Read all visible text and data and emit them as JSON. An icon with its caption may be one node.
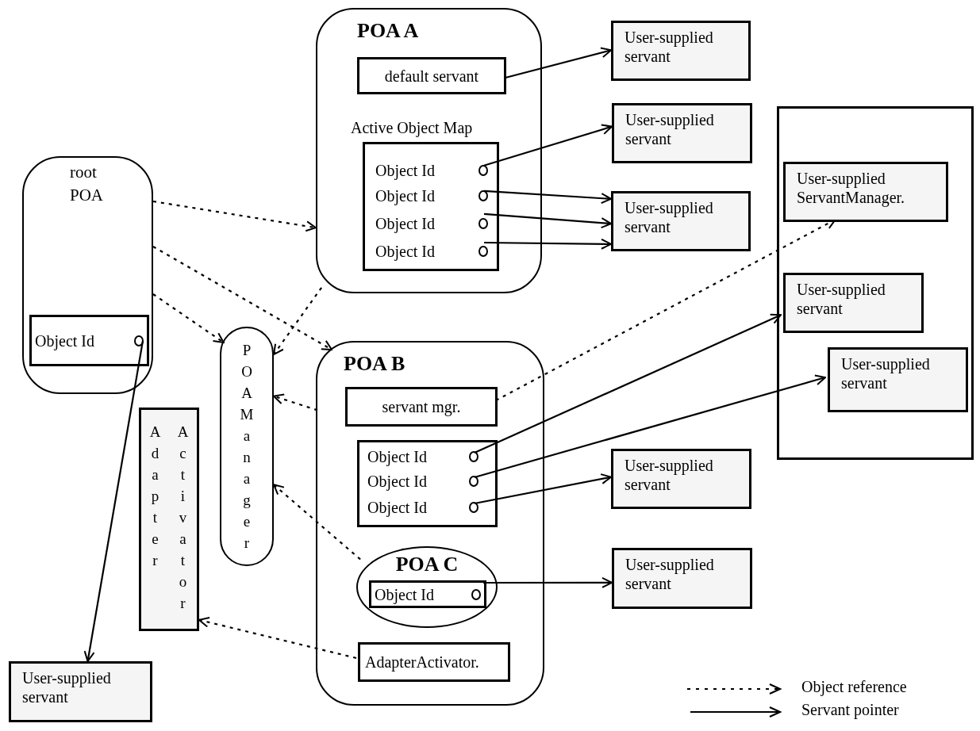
{
  "diagram": {
    "nodes": [
      {
        "text": [
          "root POA"
        ]
      },
      {
        "text": [
          "Object Id"
        ],
        "in": 0
      },
      {
        "text": [
          "POA A"
        ]
      },
      {
        "text": [
          "default servant"
        ],
        "in": 2
      },
      {
        "text": [
          "Active Object Map"
        ],
        "in": 2
      },
      {
        "text": [
          "Object Id"
        ],
        "in": 4
      },
      {
        "text": [
          "Object Id"
        ],
        "in": 4
      },
      {
        "text": [
          "Object Id"
        ],
        "in": 4
      },
      {
        "text": [
          "Object Id"
        ],
        "in": 4
      },
      {
        "text": [
          "POA B"
        ]
      },
      {
        "text": [
          "servant mgr."
        ],
        "in": 9
      },
      {
        "text": [],
        "shape": "box",
        "in": 9
      },
      {
        "text": [
          "Object Id"
        ],
        "in": 11
      },
      {
        "text": [
          "Object Id"
        ],
        "in": 11
      },
      {
        "text": [
          "Object Id"
        ],
        "in": 11
      },
      {
        "text": [
          "POA C"
        ],
        "in": 9
      },
      {
        "text": [
          "Object Id"
        ],
        "in": 15
      },
      {
        "text": [
          "AdapterActivator."
        ],
        "in": 9
      },
      {
        "text": [
          "POAManager"
        ]
      },
      {
        "text": [
          "Adapter",
          "Activator"
        ]
      },
      {
        "text": [
          "User-supplied servant"
        ]
      },
      {
        "text": [
          "User-supplied servant"
        ]
      },
      {
        "text": [
          "User-supplied servant"
        ]
      },
      {
        "text": [
          "User-supplied servant"
        ]
      },
      {
        "text": [],
        "shape": "box"
      },
      {
        "text": [
          "User-supplied ServantManager."
        ],
        "in": 24
      },
      {
        "text": [
          "User-supplied servant"
        ],
        "in": 24
      },
      {
        "text": [
          "User-supplied servant"
        ],
        "in": 24
      },
      {
        "text": [
          "User-supplied servant"
        ]
      },
      {
        "text": [
          "User-supplied servant"
        ]
      }
    ],
    "edges": [
      {
        "from": 3,
        "to": 21,
        "arrow": "to"
      },
      {
        "from": 5,
        "to": 22,
        "arrow": "to"
      },
      {
        "from": 6,
        "to": 23,
        "arrow": "to"
      },
      {
        "from": 7,
        "to": 23,
        "arrow": "to"
      },
      {
        "from": 8,
        "to": 23,
        "arrow": "to"
      },
      {
        "from": 1,
        "to": 20,
        "arrow": "to"
      },
      {
        "from": 12,
        "to": 26,
        "arrow": "to"
      },
      {
        "from": 13,
        "to": 27,
        "arrow": "to"
      },
      {
        "from": 14,
        "to": 28,
        "arrow": "to"
      },
      {
        "from": 16,
        "to": 29,
        "arrow": "to"
      },
      {
        "from": 0,
        "to": 2,
        "arrow": "to",
        "style": "dashed"
      },
      {
        "from": 0,
        "to": 9,
        "arrow": "to",
        "style": "dashed"
      },
      {
        "from": 0,
        "to": 18,
        "arrow": "to",
        "style": "dashed"
      },
      {
        "from": 2,
        "to": 18,
        "arrow": "to",
        "style": "dashed"
      },
      {
        "from": 9,
        "to": 18,
        "arrow": "to",
        "style": "dashed"
      },
      {
        "from": 15,
        "to": 18,
        "arrow": "to",
        "style": "dashed"
      },
      {
        "from": 17,
        "to": 19,
        "arrow": "to",
        "style": "dashed"
      },
      {
        "from": 10,
        "to": 25,
        "arrow": "to",
        "style": "dashed"
      }
    ],
    "legend": [
      {
        "text": "Object reference"
      },
      {
        "text": "Servant pointer"
      }
    ]
  }
}
